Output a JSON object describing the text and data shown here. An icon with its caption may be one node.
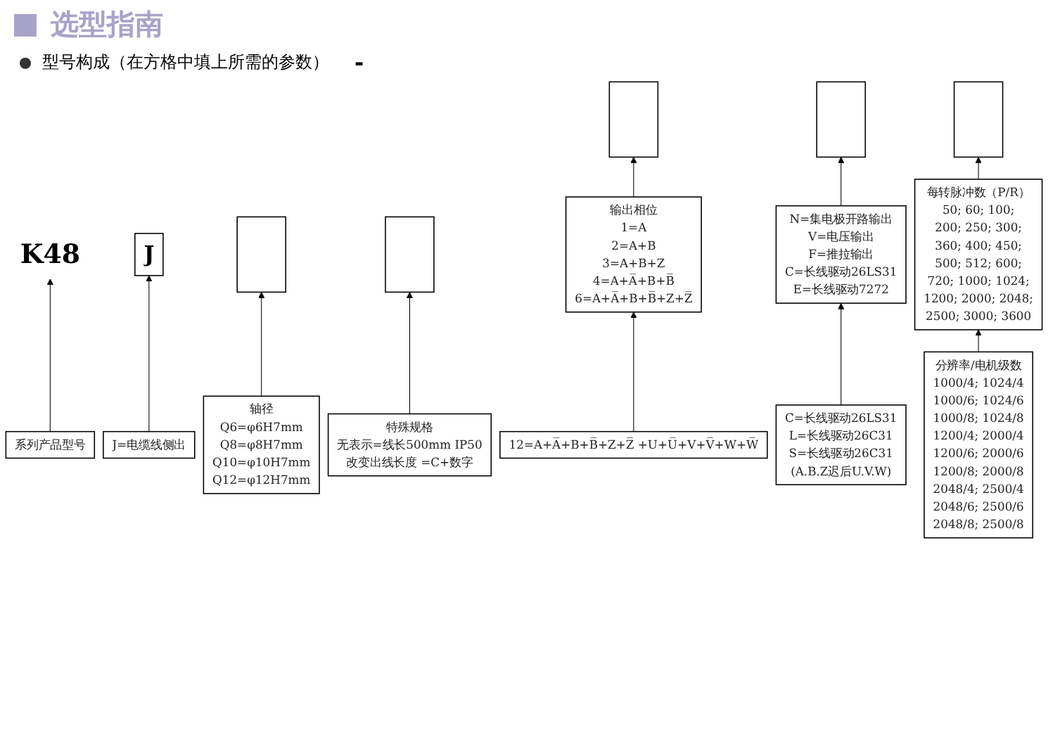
{
  "diagram": {
    "title": "选型指南",
    "nodes": [
      {
        "text": [
          "K48"
        ]
      },
      {
        "text": [
          "J"
        ]
      },
      {
        "text": [],
        "shape": "box"
      },
      {
        "text": [],
        "shape": "box"
      },
      {
        "text": [],
        "shape": "box"
      },
      {
        "text": [],
        "shape": "box"
      },
      {
        "text": [],
        "shape": "box"
      },
      {
        "text": [
          "系列产品型号"
        ]
      },
      {
        "text": [
          "J=电缆线侧出"
        ]
      },
      {
        "text": [
          "输出相位",
          "1=A",
          "2=A+B",
          "3=A+B+Z",
          "4=A+A̅+B+B̅",
          "6=A+A̅+B+B̅+Z+Z̅"
        ]
      },
      {
        "text": [
          "N=集电极开路输出",
          "V=电压输出",
          "F=推拉输出",
          "C=长线驱动26LS31",
          "E=长线驱动7272"
        ]
      },
      {
        "text": [
          "每转脉冲数（P/R）",
          "50; 60; 100;",
          "200; 250; 300;",
          "360; 400; 450;",
          "500; 512; 600;",
          "720; 1000; 1024;",
          "1200; 2000; 2048;",
          "2500; 3000; 3600"
        ]
      },
      {
        "text": [
          "轴径",
          "Q6=φ6H7mm",
          "Q8=φ8H7mm",
          "Q10=φ10H7mm",
          "Q12=φ12H7mm"
        ]
      },
      {
        "text": [
          "特殊规格",
          "无表示=线长500mm IP50",
          "改变出线长度 =C+数字"
        ]
      },
      {
        "text": [
          "12=A+A̅+B+B̅+Z+Z̅ +U+U̅+V+V̅+W+W̅"
        ]
      },
      {
        "text": [
          "C=长线驱动26LS31",
          "L=长线驱动26C31",
          "S=长线驱动26C31",
          "(A.B.Z迟后U.V.W)"
        ]
      },
      {
        "text": [
          "分辨率/电机级数",
          "1000/4; 1024/4",
          "1000/6; 1024/6",
          "1000/8; 1024/8",
          "1200/4; 2000/4",
          "1200/6; 2000/6",
          "1200/8; 2000/8",
          "2048/4; 2500/4",
          "2048/6; 2500/6",
          "2048/8; 2500/8"
        ]
      }
    ],
    "edges": [
      {
        "from": 7,
        "to": 0,
        "arrow": "to"
      },
      {
        "from": 8,
        "to": 1,
        "arrow": "to"
      },
      {
        "from": 9,
        "to": 2,
        "arrow": "to"
      },
      {
        "from": 10,
        "to": 3,
        "arrow": "to"
      },
      {
        "from": 11,
        "to": 4,
        "arrow": "to"
      },
      {
        "from": 12,
        "to": 5,
        "arrow": "to"
      },
      {
        "from": 13,
        "to": 6,
        "arrow": "to"
      },
      {
        "from": 14,
        "to": 9,
        "arrow": "to"
      },
      {
        "from": 15,
        "to": 10,
        "arrow": "to"
      },
      {
        "from": 16,
        "to": 11,
        "arrow": "to"
      }
    ],
    "labels": [
      "型号构成（在方格中填上所需的参数）",
      "-"
    ]
  }
}
